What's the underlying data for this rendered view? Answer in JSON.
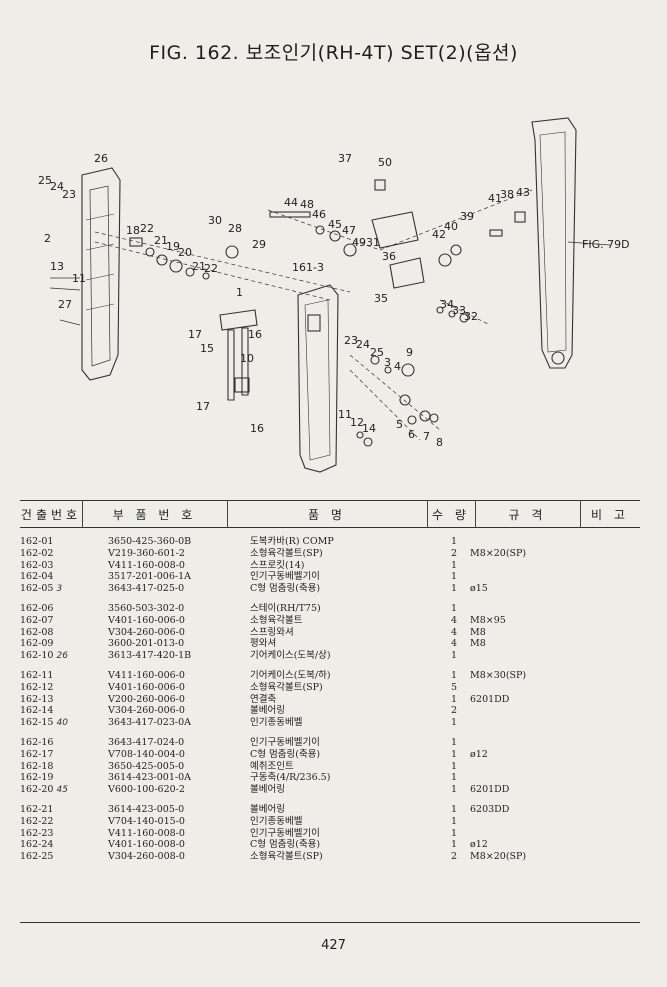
{
  "title": "FIG. 162. 보조인기(RH-4T) SET(2)(옵션)",
  "figure_ref": "FIG. 79D",
  "callouts": [
    "26",
    "25",
    "24",
    "23",
    "2",
    "37",
    "50",
    "30",
    "28",
    "29",
    "18",
    "22",
    "21",
    "19",
    "20",
    "21",
    "22",
    "44",
    "48",
    "46",
    "45",
    "47",
    "4931",
    "36",
    "161-3",
    "35",
    "13",
    "11",
    "27",
    "1",
    "17",
    "15",
    "10",
    "16",
    "17",
    "16",
    "41",
    "38",
    "43",
    "39",
    "40",
    "42",
    "34",
    "33",
    "32",
    "23",
    "24",
    "25",
    "3",
    "9",
    "4",
    "5",
    "6",
    "7",
    "8",
    "11",
    "12",
    "14"
  ],
  "table": {
    "headers": [
      "건출번호",
      "부 품 번 호",
      "품 명",
      "수 량",
      "규 격",
      "비 고"
    ],
    "groups": [
      [
        {
          "no": "162-01",
          "part": "3650-425-360-0B",
          "name": "도복카바(R) COMP",
          "qty": "1",
          "spec": ""
        },
        {
          "no": "162-02",
          "part": "V219-360-601-2",
          "name": "소형육각볼트(SP)",
          "qty": "2",
          "spec": "M8×20(SP)"
        },
        {
          "no": "162-03",
          "part": "V411-160-008-0",
          "name": "스프로킷(14)",
          "qty": "1",
          "spec": ""
        },
        {
          "no": "162-04",
          "part": "3517-201-006-1A",
          "name": "인기구동베벨기이",
          "qty": "1",
          "spec": ""
        },
        {
          "no": "162-05",
          "part": "3643-417-025-0",
          "name": "C형 멈춤링(축용)",
          "qty": "1",
          "spec": "ø15"
        }
      ],
      [
        {
          "no": "162-06",
          "part": "3560-503-302-0",
          "name": "스테이(RH/T75)",
          "qty": "1",
          "spec": ""
        },
        {
          "no": "162-07",
          "part": "V401-160-006-0",
          "name": "소형육각볼트",
          "qty": "4",
          "spec": "M8×95"
        },
        {
          "no": "162-08",
          "part": "V304-260-006-0",
          "name": "스프링와셔",
          "qty": "4",
          "spec": "M8"
        },
        {
          "no": "162-09",
          "part": "3600-201-013-0",
          "name": "평와셔",
          "qty": "4",
          "spec": "M8"
        },
        {
          "no": "162-10",
          "part": "3613-417-420-1B",
          "name": "기어케이스(도복/상)",
          "qty": "1",
          "spec": ""
        }
      ],
      [
        {
          "no": "162-11",
          "part": "V411-160-006-0",
          "name": "기어케이스(도복/하)",
          "qty": "1",
          "spec": "M8×30(SP)"
        },
        {
          "no": "162-12",
          "part": "V401-160-006-0",
          "name": "소형육각볼트(SP)",
          "qty": "5",
          "spec": ""
        },
        {
          "no": "162-13",
          "part": "V200-260-006-0",
          "name": "연결축",
          "qty": "1",
          "spec": "6201DD"
        },
        {
          "no": "162-14",
          "part": "V304-260-006-0",
          "name": "볼베어링",
          "qty": "2",
          "spec": ""
        },
        {
          "no": "162-15",
          "part": "3643-417-023-0A",
          "name": "인기종동베벨",
          "qty": "1",
          "spec": ""
        }
      ],
      [
        {
          "no": "162-16",
          "part": "3643-417-024-0",
          "name": "인기구동베벨기이",
          "qty": "1",
          "spec": ""
        },
        {
          "no": "162-17",
          "part": "V708-140-004-0",
          "name": "C형 멈춤링(축용)",
          "qty": "1",
          "spec": "ø12"
        },
        {
          "no": "162-18",
          "part": "3650-425-005-0",
          "name": "예취조인트",
          "qty": "1",
          "spec": ""
        },
        {
          "no": "162-19",
          "part": "3614-423-001-0A",
          "name": "구동축(4/R/236.5)",
          "qty": "1",
          "spec": ""
        },
        {
          "no": "162-20",
          "part": "V600-100-620-2",
          "name": "볼베어링",
          "qty": "1",
          "spec": "6201DD"
        }
      ],
      [
        {
          "no": "162-21",
          "part": "3614-423-005-0",
          "name": "볼베어링",
          "qty": "1",
          "spec": "6203DD"
        },
        {
          "no": "162-22",
          "part": "V704-140-015-0",
          "name": "인기종동베벨",
          "qty": "1",
          "spec": ""
        },
        {
          "no": "162-23",
          "part": "V411-160-008-0",
          "name": "인기구동베벨기이",
          "qty": "1",
          "spec": ""
        },
        {
          "no": "162-24",
          "part": "V401-160-008-0",
          "name": "C형 멈춤링(축용)",
          "qty": "1",
          "spec": "ø12"
        },
        {
          "no": "162-25",
          "part": "V304-260-008-0",
          "name": "소형육각볼트(SP)",
          "qty": "2",
          "spec": "M8×20(SP)"
        }
      ]
    ]
  },
  "handwritten_notes": {
    "r05": "3",
    "r10": "26",
    "r15": "40",
    "r20": "45"
  },
  "page_number": "427"
}
